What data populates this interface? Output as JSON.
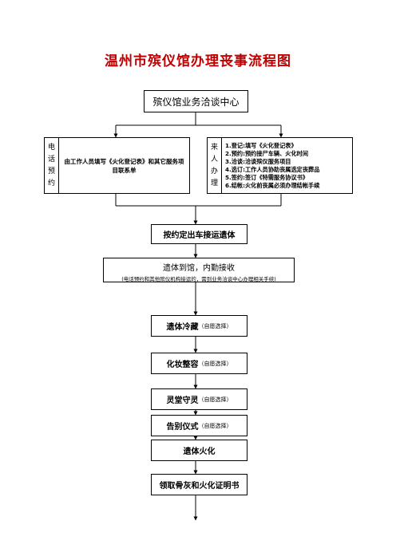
{
  "title": "温州市殡仪馆办理丧事流程图",
  "center_box": "殡仪馆业务洽谈中心",
  "left_branch": {
    "label_chars": [
      "电",
      "话",
      "预",
      "约"
    ],
    "content": "由工作人员填写《火化登记表》和其它服务项目联系单"
  },
  "right_branch": {
    "label_chars": [
      "来",
      "人",
      "办",
      "理"
    ],
    "items": [
      "1.登记:填写《火化登记表》",
      "2.预约:预约接尸车辆、火化时间",
      "3.洽谈:洽谈殡仪服务项目",
      "4.选订:工作人员协助丧属选定丧葬品",
      "5.签约:签订《特需服务协议书》",
      "6.结帐:火化前丧属必须办理结帐手续"
    ]
  },
  "steps": {
    "pickup": "按约定出车接运遗体",
    "arrival_title": "遗体到馆，内勤接收",
    "arrival_note": "(电话预约和其他殡仪机构接运的，需到业务洽谈中心办理相关手续)",
    "cold_storage": "遗体冷藏",
    "makeup": "化妆整容",
    "vigil": "灵堂守灵",
    "farewell": "告别仪式",
    "cremation": "遗体火化",
    "collect": "领取骨灰和火化证明书"
  },
  "optional_label": "（自愿选择）"
}
